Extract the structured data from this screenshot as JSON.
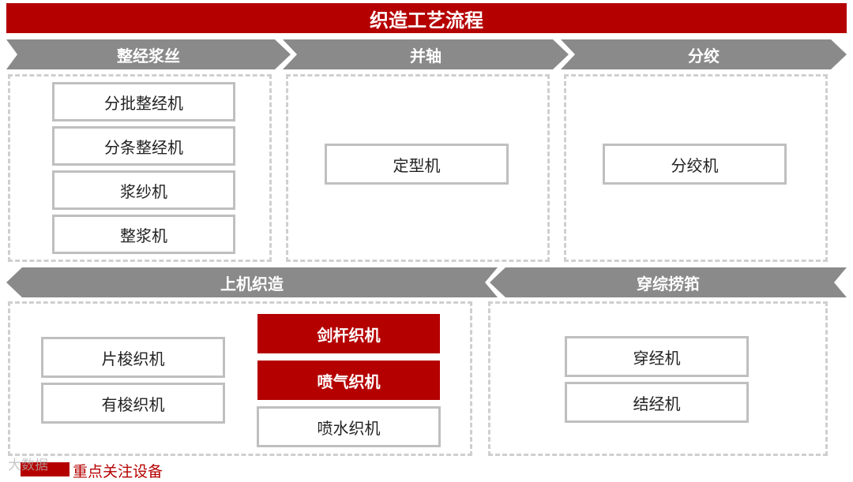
{
  "title": "织造工艺流程",
  "stages": {
    "warping_sizing": "整经浆丝",
    "assembly": "并轴",
    "leasing": "分绞",
    "weaving": "上机织造",
    "drawing_in": "穿综捞筘"
  },
  "machines": {
    "sectional_warping": "分批整经机",
    "strip_warping": "分条整经机",
    "yarn_sizing": "浆纱机",
    "warp_sizing": "整浆机",
    "setting": "定型机",
    "leasing": "分绞机",
    "projectile_loom": "片梭织机",
    "shuttle_loom": "有梭织机",
    "rapier_loom": "剑杆织机",
    "air_jet_loom": "喷气织机",
    "water_jet_loom": "喷水织机",
    "drawing_in_machine": "穿经机",
    "knotting_machine": "结经机"
  },
  "legend": {
    "label": "重点关注设备",
    "color": "#b50000"
  },
  "watermark": "大数据"
}
